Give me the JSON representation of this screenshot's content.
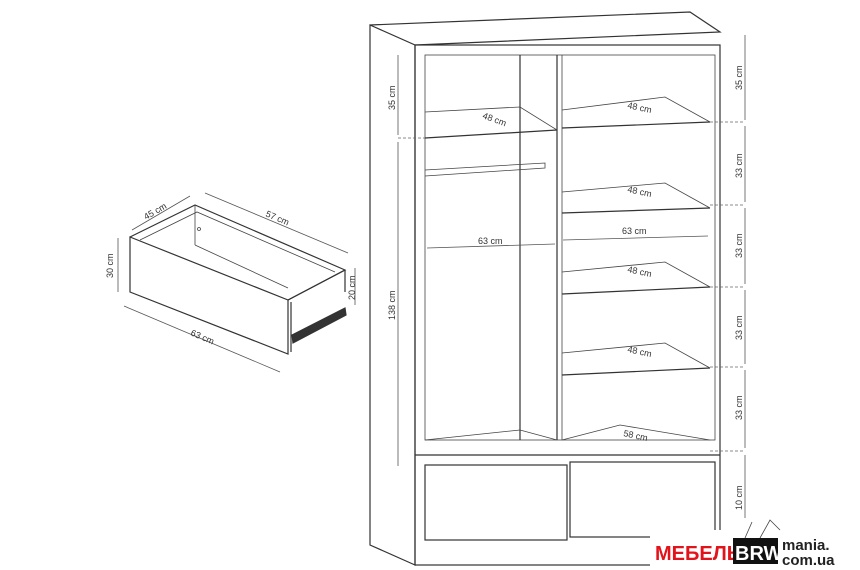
{
  "drawer": {
    "depth_label": "45 cm",
    "inner_length_label": "57 cm",
    "front_height_label": "30 cm",
    "side_height_label": "20 cm",
    "width_label": "63 cm"
  },
  "wardrobe": {
    "left_shelf_depth": "48 cm",
    "right_shelf_depths": [
      "48 cm",
      "48 cm",
      "48 cm",
      "48 cm",
      "58 cm"
    ],
    "left_width": "63 cm",
    "right_width": "63 cm",
    "left_heights": [
      "35 cm",
      "138 cm"
    ],
    "right_heights": [
      "35 cm",
      "33 cm",
      "33 cm",
      "33 cm",
      "33 cm",
      "10 cm"
    ]
  },
  "logo": {
    "part1": "МЕБЕЛЬ",
    "part2": "BRW",
    "part3": "mania.",
    "part4": "com.ua"
  }
}
